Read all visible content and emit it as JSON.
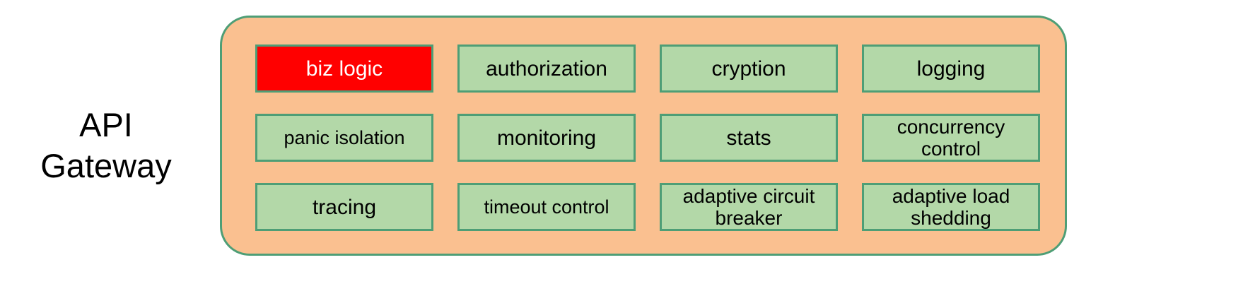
{
  "diagram": {
    "side_label": "API\nGateway",
    "container": {
      "fill": "#fac090",
      "border": "#4e9e76"
    },
    "box_style": {
      "fill": "#b3d8a8",
      "border": "#4e9e76",
      "highlight_fill": "#ff0000",
      "highlight_text": "#ffffff"
    },
    "components": [
      {
        "label": "biz logic",
        "highlight": true,
        "size": "normal",
        "row": 1,
        "col": 1
      },
      {
        "label": "authorization",
        "highlight": false,
        "size": "normal",
        "row": 1,
        "col": 2
      },
      {
        "label": "cryption",
        "highlight": false,
        "size": "normal",
        "row": 1,
        "col": 3
      },
      {
        "label": "logging",
        "highlight": false,
        "size": "normal",
        "row": 1,
        "col": 4
      },
      {
        "label": "panic isolation",
        "highlight": false,
        "size": "small",
        "row": 2,
        "col": 1
      },
      {
        "label": "monitoring",
        "highlight": false,
        "size": "normal",
        "row": 2,
        "col": 2
      },
      {
        "label": "stats",
        "highlight": false,
        "size": "normal",
        "row": 2,
        "col": 3
      },
      {
        "label": "concurrency\ncontrol",
        "highlight": false,
        "size": "two-line",
        "row": 2,
        "col": 4
      },
      {
        "label": "tracing",
        "highlight": false,
        "size": "normal",
        "row": 3,
        "col": 1
      },
      {
        "label": "timeout control",
        "highlight": false,
        "size": "small",
        "row": 3,
        "col": 2
      },
      {
        "label": "adaptive circuit\nbreaker",
        "highlight": false,
        "size": "two-line",
        "row": 3,
        "col": 3
      },
      {
        "label": "adaptive load\nshedding",
        "highlight": false,
        "size": "two-line",
        "row": 3,
        "col": 4
      }
    ]
  }
}
